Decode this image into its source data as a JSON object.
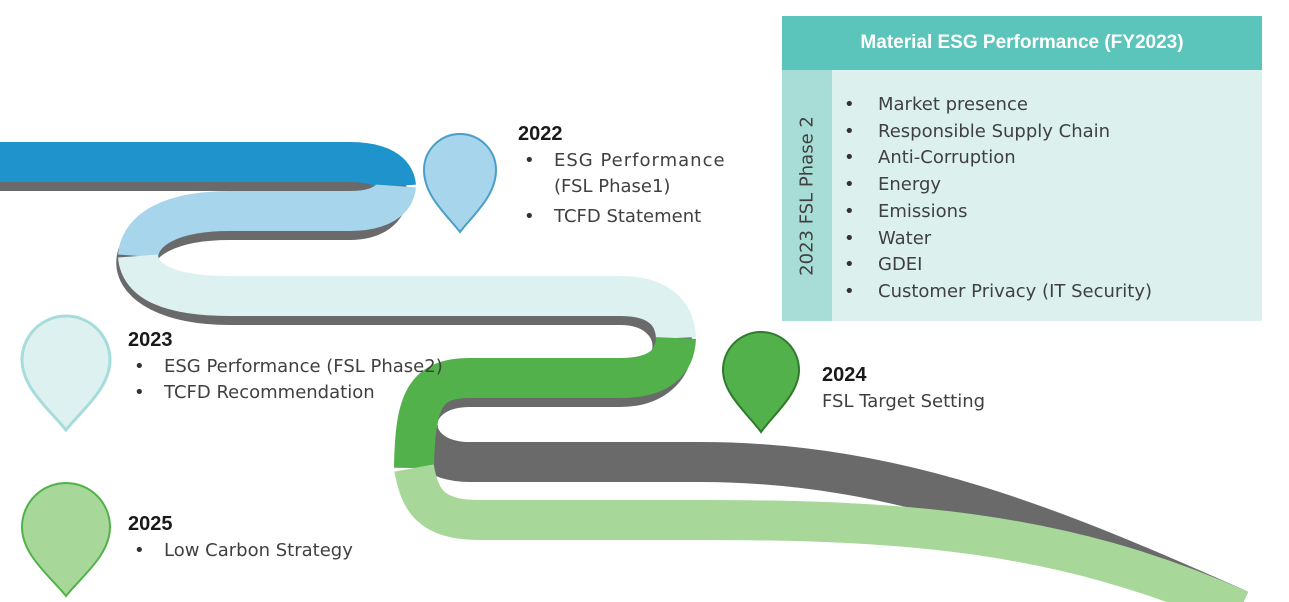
{
  "panel": {
    "title": "Material ESG Performance (FY2023)",
    "side_label": "2023 FSL Phase 2",
    "items": [
      "Market presence",
      "Responsible Supply Chain",
      "Anti-Corruption",
      "Energy",
      "Emissions",
      "Water",
      "GDEI",
      "Customer Privacy (IT Security)"
    ]
  },
  "milestones": {
    "y2022": {
      "year": "2022",
      "items": [
        "ESG Performance",
        "(FSL Phase1)",
        "TCFD Statement"
      ],
      "color": "#a6d5ec"
    },
    "y2023": {
      "year": "2023",
      "items": [
        "ESG Performance (FSL Phase2)",
        "TCFD Recommendation"
      ],
      "color": "#ddf1f1"
    },
    "y2024": {
      "year": "2024",
      "text": "FSL Target Setting",
      "color": "#52b14b"
    },
    "y2025": {
      "year": "2025",
      "items": [
        "Low Carbon Strategy"
      ],
      "color": "#a8d79a"
    }
  },
  "road_colors": {
    "segment1": "#1f93cc",
    "segment2": "#a6d5ec",
    "segment3": "#ddf1f1",
    "segment4": "#52b14b",
    "segment5": "#a8d79a",
    "shadow": "#6a6a6a"
  }
}
